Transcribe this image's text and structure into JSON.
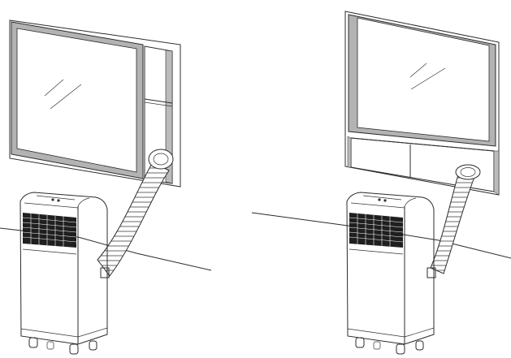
{
  "figure": {
    "panels": [
      {
        "installation": "sliding-window",
        "window_orientation": "vertical-slide"
      },
      {
        "installation": "hung-window",
        "window_orientation": "horizontal-slide"
      }
    ],
    "colors": {
      "line": "#2b2b2b",
      "frame_fill": "#b3b3b3",
      "background": "#ffffff",
      "grille": "#1a1a1a"
    }
  }
}
